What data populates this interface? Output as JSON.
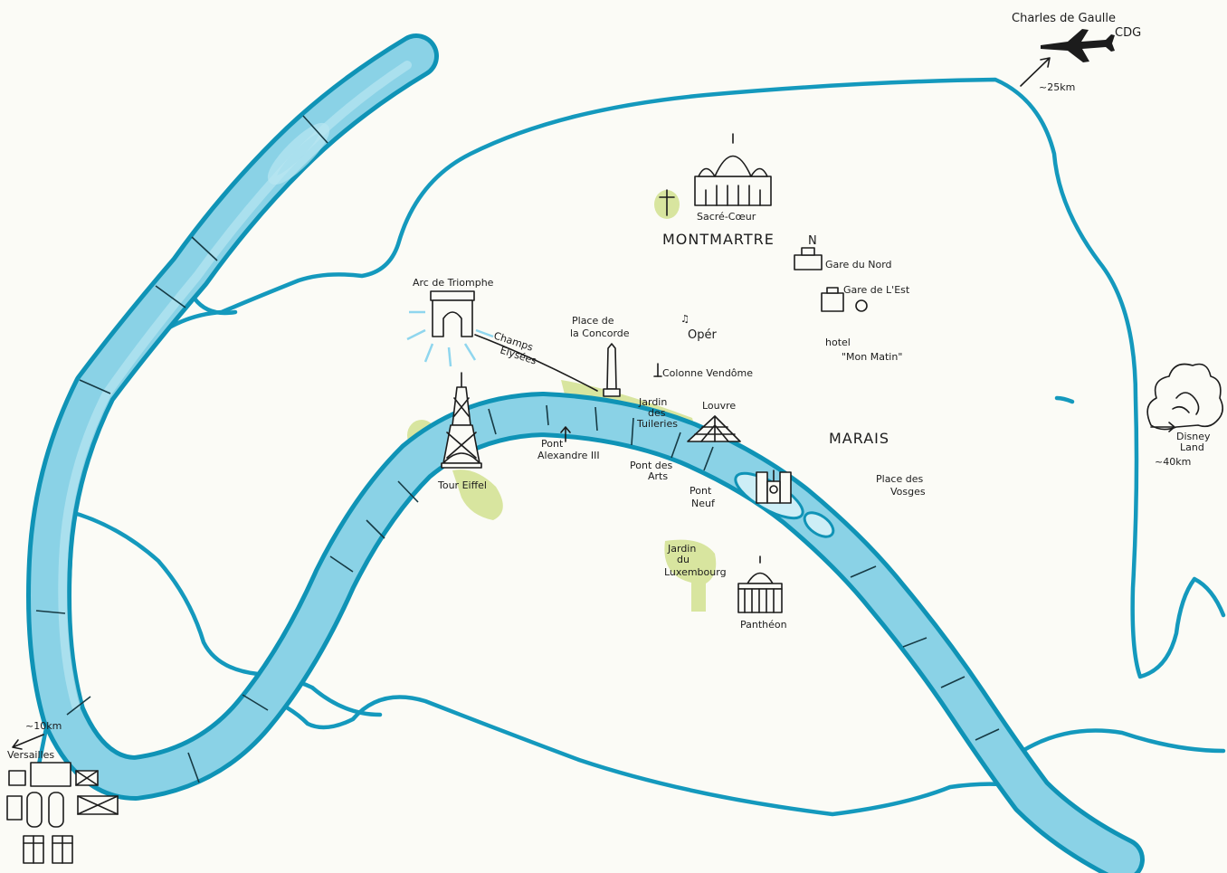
{
  "map": {
    "colors": {
      "river": "#0f93b6",
      "river_fill": "#8ad2e6",
      "boundary": "#1499bd",
      "park": "#cfe08a",
      "ink": "#1c1c1c",
      "paper": "#fbfbf6"
    },
    "labels": {
      "cdg": "Charles de Gaulle",
      "cdg_code": "CDG",
      "cdg_distance": "~25km",
      "sacre_coeur": "Sacré-Cœur",
      "montmartre": "MONTMARTRE",
      "gare_du_nord_letter": "N",
      "gare_du_nord": "Gare du Nord",
      "gare_de_lest": "Gare de L'Est",
      "arc": "Arc de Triomphe",
      "champs_line1": "Champs",
      "champs_line2": "Elysées",
      "concorde_line1": "Place de",
      "concorde_line2": "la Concorde",
      "opera": "Opér",
      "hotel_line1": "hotel",
      "hotel_line2": "\"Mon Matin\"",
      "vendome": "Colonne Vendôme",
      "tuileries_line1": "Jardin",
      "tuileries_line2": "des",
      "tuileries_line3": "Tuileries",
      "louvre": "Louvre",
      "marais": "MARAIS",
      "pont_alexandre_line1": "Pont",
      "pont_alexandre_line2": "Alexandre III",
      "pont_des_arts_line1": "Pont des",
      "pont_des_arts_line2": "Arts",
      "pont_neuf_line1": "Pont",
      "pont_neuf_line2": "Neuf",
      "tour_eiffel": "Tour Eiffel",
      "vosges_line1": "Place des",
      "vosges_line2": "Vosges",
      "luxembourg_line1": "Jardin",
      "luxembourg_line2": "du",
      "luxembourg_line3": "Luxembourg",
      "pantheon": "Panthéon",
      "versailles_distance": "~10km",
      "versailles": "Versailles",
      "disney_line1": "Disney",
      "disney_line2": "Land",
      "disney_distance": "~40km"
    },
    "icons": [
      "airplane-icon",
      "sacre-coeur-icon",
      "cross-icon",
      "train-station-icon",
      "arc-de-triomphe-icon",
      "obelisk-icon",
      "column-icon",
      "louvre-pyramid-icon",
      "eiffel-tower-icon",
      "notre-dame-icon",
      "pantheon-icon",
      "versailles-palace-icon",
      "disney-castle-icon"
    ]
  }
}
